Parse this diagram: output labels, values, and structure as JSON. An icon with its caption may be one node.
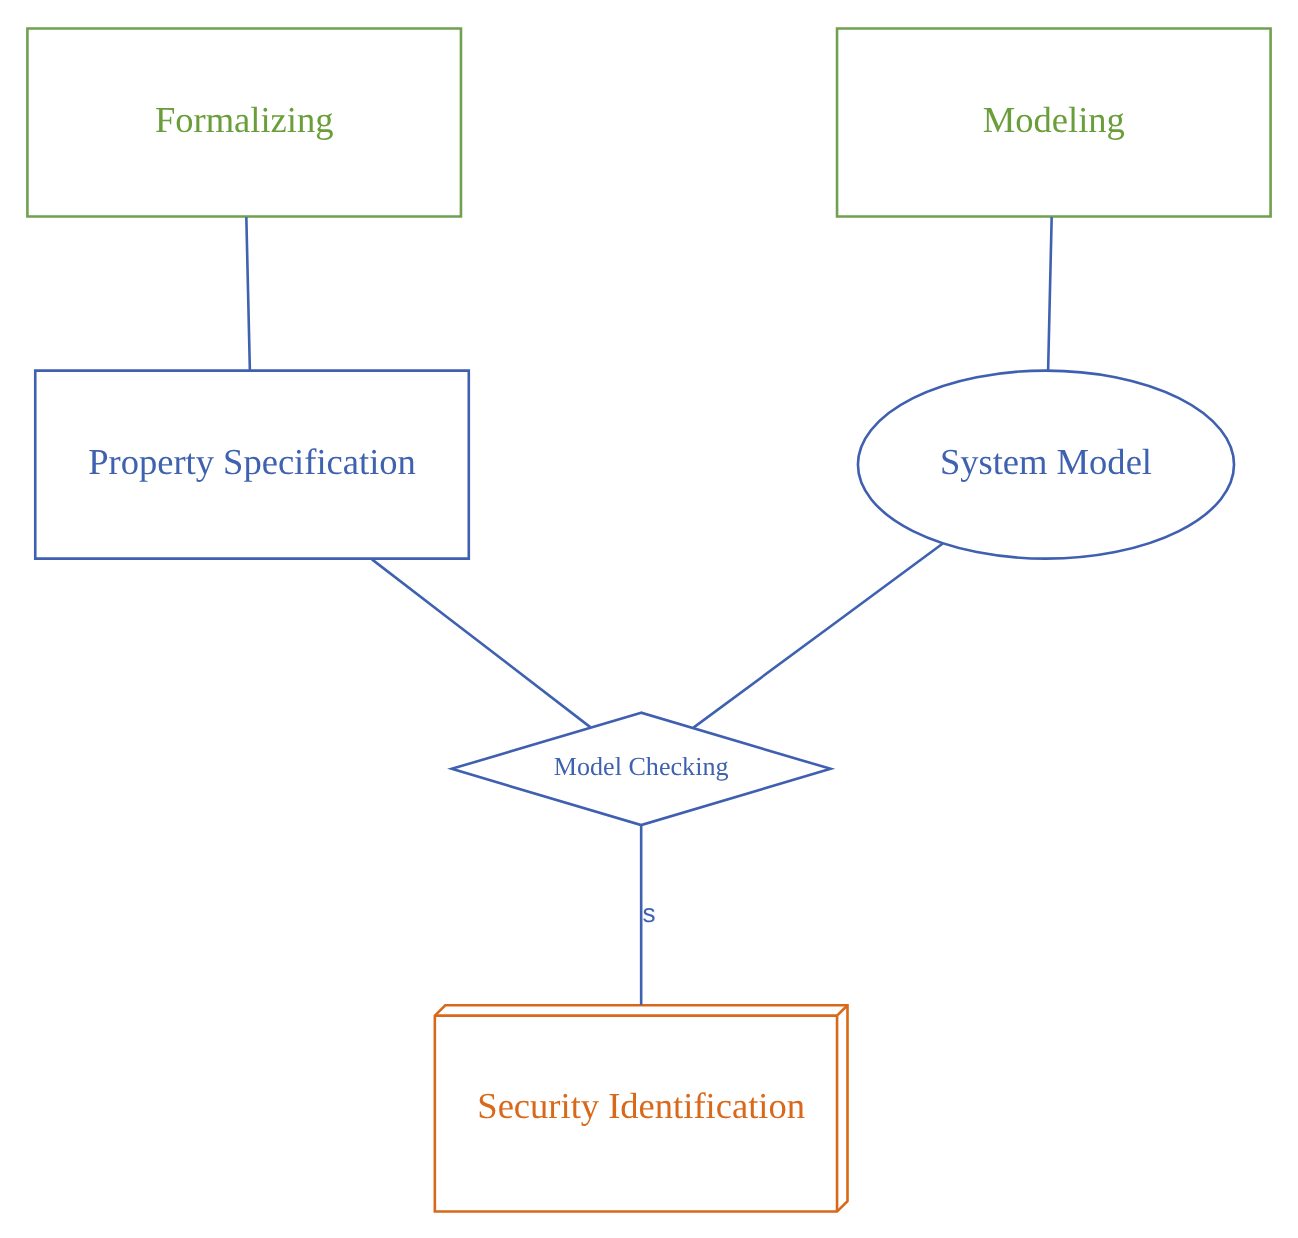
{
  "diagram": {
    "nodes": [
      {
        "text": [
          "Formalizing"
        ]
      },
      {
        "text": [
          "Modeling"
        ]
      },
      {
        "text": [
          "Property Specification"
        ]
      },
      {
        "text": [
          "System Model"
        ]
      },
      {
        "text": [
          "Model Checking"
        ]
      },
      {
        "text": [
          "Security Identification"
        ]
      }
    ],
    "edges": [
      {
        "from": 0,
        "to": 2,
        "arrow": "none"
      },
      {
        "from": 1,
        "to": 3,
        "arrow": "none"
      },
      {
        "from": 2,
        "to": 4,
        "arrow": "none"
      },
      {
        "from": 3,
        "to": 4,
        "arrow": "none"
      },
      {
        "from": 4,
        "to": 5,
        "arrow": "none",
        "label": "s"
      }
    ]
  }
}
